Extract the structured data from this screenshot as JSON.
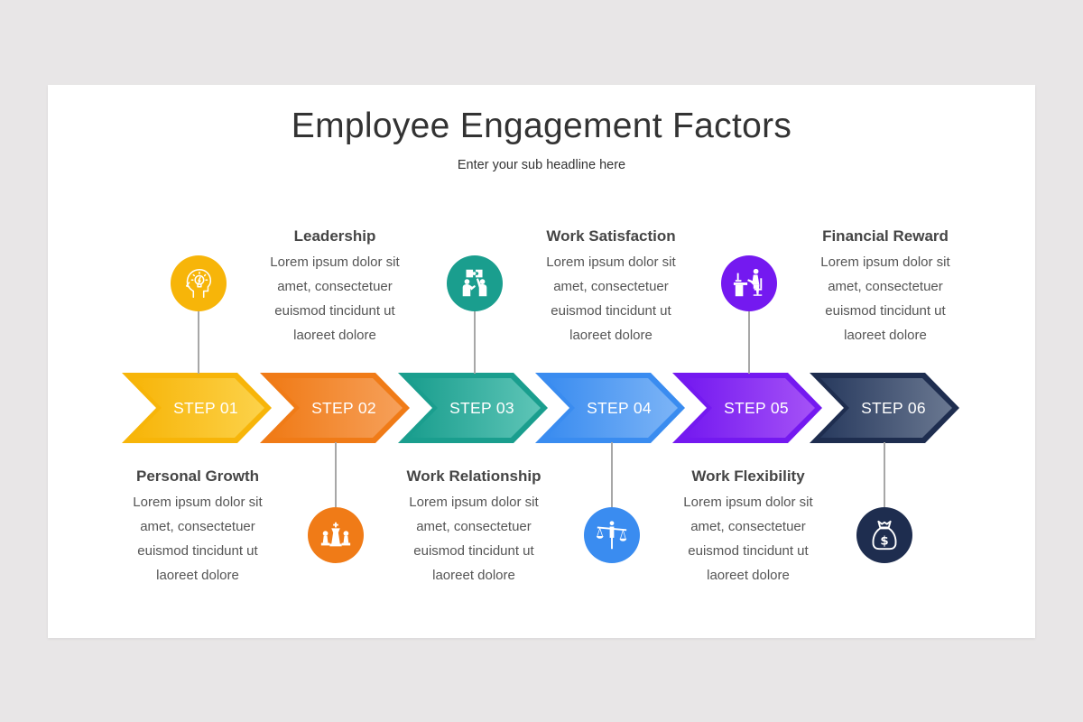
{
  "slide": {
    "title": "Employee Engagement Factors",
    "subtitle": "Enter your sub headline here"
  },
  "steps": [
    {
      "label": "STEP 01",
      "heading": "Personal Growth",
      "text": [
        "Lorem ipsum dolor sit",
        "amet, consectetuer",
        "euismod tincidunt ut",
        "laoreet dolore"
      ],
      "icon": "head-lightbulb-icon",
      "color": "#f9b90f",
      "position": "bottom-text-top-icon"
    },
    {
      "label": "STEP 02",
      "heading": "Leadership",
      "text": [
        "Lorem ipsum dolor sit",
        "amet, consectetuer",
        "euismod tincidunt ut",
        "laoreet dolore"
      ],
      "icon": "chess-icon",
      "color": "#f07e1c",
      "position": "top-text-bottom-icon"
    },
    {
      "label": "STEP 03",
      "heading": "Work Relationship",
      "text": [
        "Lorem ipsum dolor sit",
        "amet, consectetuer",
        "euismod tincidunt ut",
        "laoreet dolore"
      ],
      "icon": "teamwork-puzzle-icon",
      "color": "#1fa393",
      "position": "bottom-text-top-icon"
    },
    {
      "label": "STEP 04",
      "heading": "Work Satisfaction",
      "text": [
        "Lorem ipsum dolor sit",
        "amet, consectetuer",
        "euismod tincidunt ut",
        "laoreet dolore"
      ],
      "icon": "balance-scale-person-icon",
      "color": "#3d8ff0",
      "position": "top-text-bottom-icon"
    },
    {
      "label": "STEP 05",
      "heading": "Work Flexibility",
      "text": [
        "Lorem ipsum dolor sit",
        "amet, consectetuer",
        "euismod tincidunt ut",
        "laoreet dolore"
      ],
      "icon": "person-at-desk-icon",
      "color": "#7a1ff0",
      "position": "bottom-text-top-icon"
    },
    {
      "label": "STEP 06",
      "heading": "Financial Reward",
      "text": [
        "Lorem ipsum dolor sit",
        "amet, consectetuer",
        "euismod tincidunt ut",
        "laoreet dolore"
      ],
      "icon": "money-bag-icon",
      "color": "#1f2f52",
      "position": "top-text-bottom-icon"
    }
  ],
  "colors": {
    "step1": [
      "#f7b509",
      "#fcd24a"
    ],
    "step2": [
      "#f07b17",
      "#f6a05a"
    ],
    "step3": [
      "#1a9e8e",
      "#5ec5b7"
    ],
    "step4": [
      "#3a8cf0",
      "#7cb4f6"
    ],
    "step5": [
      "#7419f0",
      "#a552f6"
    ],
    "step6": [
      "#283a5e",
      "#6a7891"
    ]
  }
}
